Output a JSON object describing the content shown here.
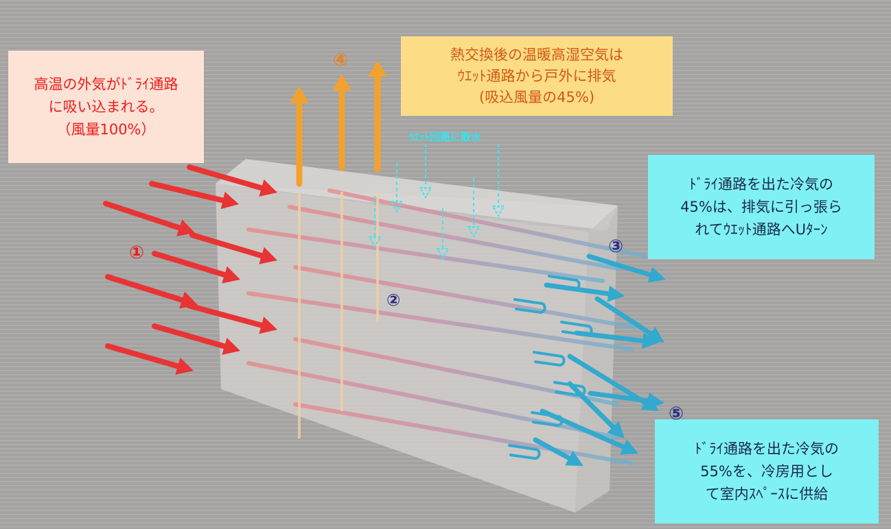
{
  "colors": {
    "background": "#a3a2a0",
    "hot_air": "#e83434",
    "cooled_air": "#33a9cf",
    "exhaust": "#f3a12d",
    "spray": "#3fe6f1",
    "box_intake": "#fde3d6",
    "box_exhaust": "#fddc86",
    "box_cool": "#7ff1f4",
    "text_red": "#ef1b1b",
    "text_orange": "#d05a12",
    "text_navy": "#1a2a4a"
  },
  "labels": {
    "intake": [
      "高温の外気がﾄﾞﾗｲ通路",
      "に吸い込まれる。",
      "（風量100%）"
    ],
    "exhaust": [
      "熱交換後の温暖高湿空気は",
      "ｳｴｯﾄ通路から戸外に排気",
      "(吸込風量の45%)"
    ],
    "uturn": [
      "ﾄﾞﾗｲ通路を出た冷気の",
      "45%は、排気に引っ張ら",
      "れてｳｴｯﾄ通路へUﾀｰﾝ"
    ],
    "supply": [
      "ﾄﾞﾗｲ通路を出た冷気の",
      "55%を、冷房用とし",
      "て室内ｽﾍﾟｰｽに供給"
    ],
    "spray": "ｳｴｯﾄ回路に散水"
  },
  "markers": {
    "n1": "①",
    "n2": "②",
    "n3": "③",
    "n4": "④",
    "n5": "⑤"
  },
  "icons": {
    "intake_arrows": "red-arrow-icon",
    "outlet_arrows": "blue-arrow-icon",
    "exhaust_arrows": "orange-up-arrow-icon",
    "spray_arrows": "dashed-down-arrow-icon",
    "uturn": "u-turn-arrow-icon"
  }
}
